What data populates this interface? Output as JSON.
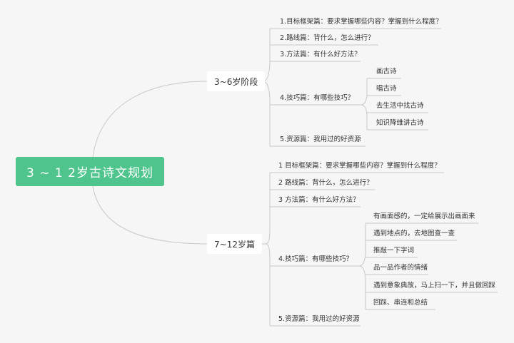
{
  "root": {
    "label": "3 ~ 1 2岁古诗文规划"
  },
  "branch1": {
    "label": "3~6岁阶段",
    "items": [
      "1.目标框架篇：要求掌握哪些内容？掌握到什么程度？",
      "2.路线篇：背什么，怎么进行？",
      "3.方法篇：有什么好方法？",
      "4.技巧篇：有哪些技巧？",
      "5.资源篇：我用过的好资源"
    ],
    "sub": [
      "画古诗",
      "唱古诗",
      "去生活中找古诗",
      "知识降维讲古诗"
    ]
  },
  "branch2": {
    "label": "7~12岁篇",
    "items": [
      "1  目标框架篇：要求掌握哪些内容？掌握到什么程度？",
      "2  路线篇：背什么，怎么进行？",
      "3  方法篇：有什么好方法？",
      "4.技巧篇：有哪些技巧？",
      "5.资源篇：我用过的好资源"
    ],
    "sub": [
      "有画面感的，一定给展示出画面来",
      "遇到地点的，去地图查一查",
      "推敲一下字词",
      "品一品作者的情绪",
      "遇到意象典故，马上扫一下，并且做回踩",
      "回踩、串连和总结"
    ]
  },
  "colors": {
    "root": "#4fc48d",
    "line": "#c8c8c8",
    "background": "#f6f6f6"
  }
}
